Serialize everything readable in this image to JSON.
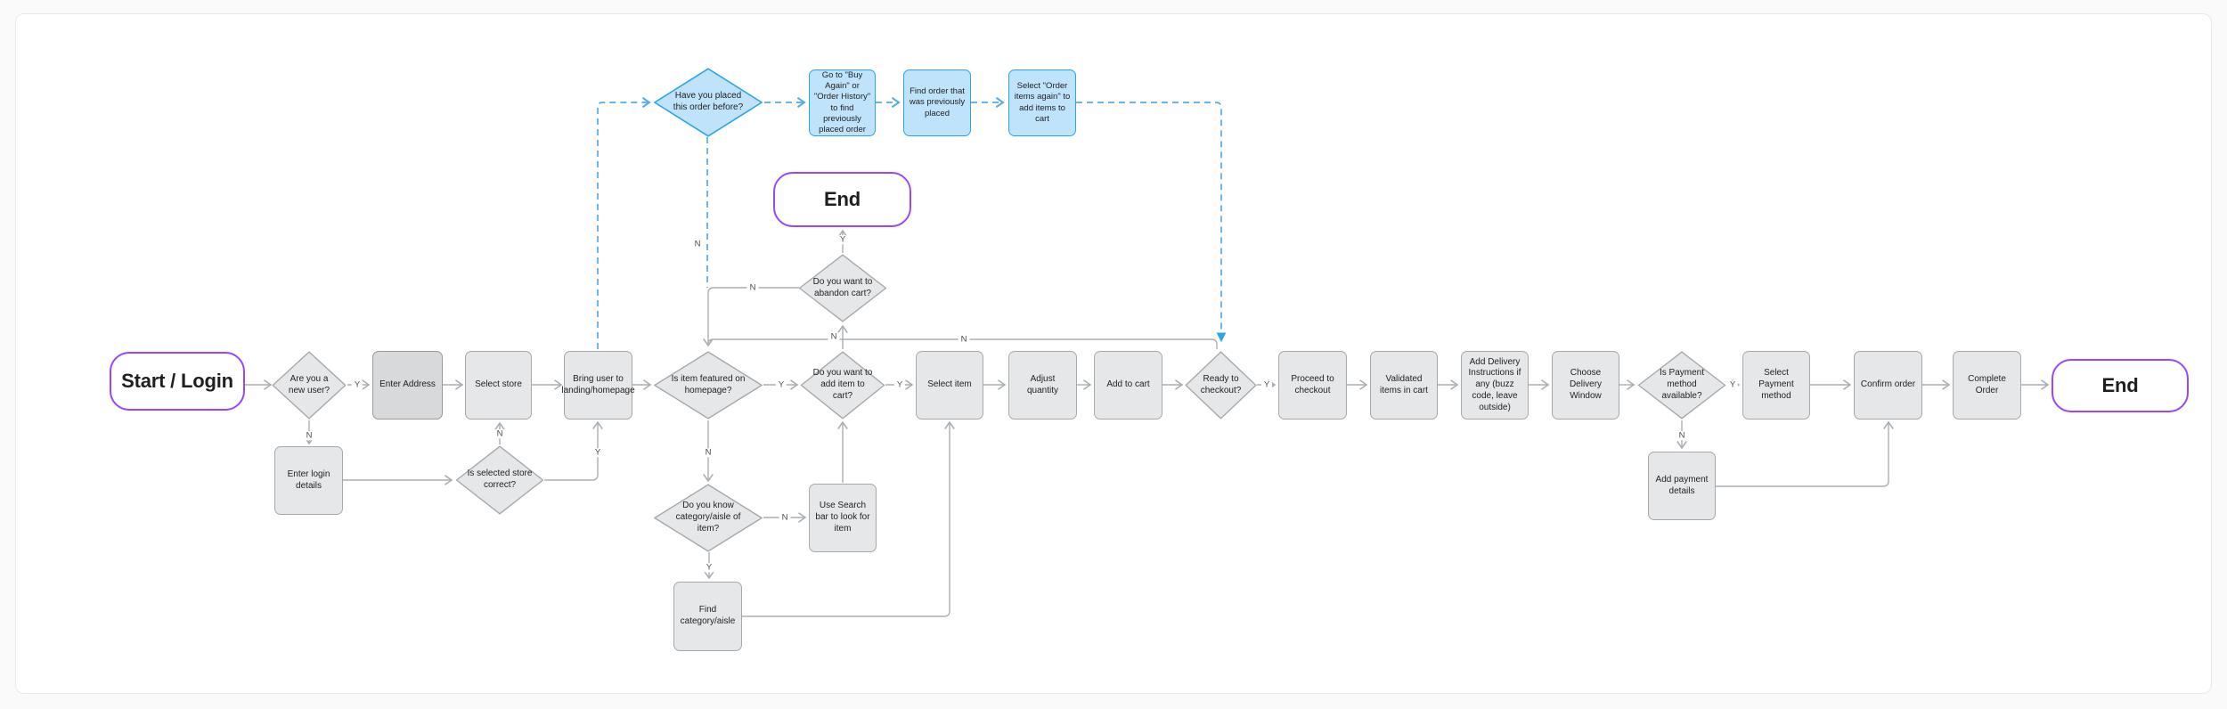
{
  "nodes": {
    "start": {
      "label": "Start / Login",
      "type": "terminator"
    },
    "new_user": {
      "label": "Are you a new user?",
      "type": "decision"
    },
    "enter_address": {
      "label": "Enter Address",
      "type": "process"
    },
    "select_store": {
      "label": "Select store",
      "type": "process"
    },
    "enter_login": {
      "label": "Enter login details",
      "type": "process"
    },
    "store_correct": {
      "label": "Is selected store correct?",
      "type": "decision"
    },
    "bring_user": {
      "label": "Bring user to landing/homepage",
      "type": "process"
    },
    "featured": {
      "label": "Is item featured on homepage?",
      "type": "decision"
    },
    "placed_before": {
      "label": "Have you placed this order before?",
      "type": "decision"
    },
    "buy_again": {
      "label": "Go to \"Buy Again\" or \"Order History\" to find previously placed order",
      "type": "process"
    },
    "find_order": {
      "label": "Find order that was previously placed",
      "type": "process"
    },
    "order_again": {
      "label": "Select \"Order items again\" to add items to cart",
      "type": "process"
    },
    "end_top": {
      "label": "End",
      "type": "terminator"
    },
    "abandon": {
      "label": "Do you want to abandon cart?",
      "type": "decision"
    },
    "add_item": {
      "label": "Do you want to add item to cart?",
      "type": "decision"
    },
    "know_category": {
      "label": "Do you know category/aisle of item?",
      "type": "decision"
    },
    "search_bar": {
      "label": "Use Search bar to look for item",
      "type": "process"
    },
    "find_category": {
      "label": "Find category/aisle",
      "type": "process"
    },
    "select_item": {
      "label": "Select item",
      "type": "process"
    },
    "adjust_quantity": {
      "label": "Adjust quantity",
      "type": "process"
    },
    "add_to_cart": {
      "label": "Add to cart",
      "type": "process"
    },
    "ready_checkout": {
      "label": "Ready to checkout?",
      "type": "decision"
    },
    "proceed_checkout": {
      "label": "Proceed to checkout",
      "type": "process"
    },
    "validated_items": {
      "label": "Validated items in cart",
      "type": "process"
    },
    "delivery_instructions": {
      "label": "Add Delivery Instructions if any (buzz code, leave outside)",
      "type": "process"
    },
    "delivery_window": {
      "label": "Choose Delivery Window",
      "type": "process"
    },
    "payment_available": {
      "label": "Is Payment method available?",
      "type": "decision"
    },
    "add_payment": {
      "label": "Add payment details",
      "type": "process"
    },
    "select_payment": {
      "label": "Select Payment method",
      "type": "process"
    },
    "confirm_order": {
      "label": "Confirm order",
      "type": "process"
    },
    "complete_order": {
      "label": "Complete Order",
      "type": "process"
    },
    "end_main": {
      "label": "End",
      "type": "terminator"
    }
  },
  "edge_labels": [
    {
      "text": "Y",
      "edge": "new-user-yes"
    },
    {
      "text": "N",
      "edge": "new-user-no"
    },
    {
      "text": "N",
      "edge": "store-correct-no"
    },
    {
      "text": "Y",
      "edge": "store-correct-yes"
    },
    {
      "text": "Y",
      "edge": "featured-yes"
    },
    {
      "text": "N",
      "edge": "featured-no"
    },
    {
      "text": "N",
      "edge": "know-category-no"
    },
    {
      "text": "Y",
      "edge": "know-category-yes"
    },
    {
      "text": "Y",
      "edge": "add-item-yes"
    },
    {
      "text": "N",
      "edge": "add-item-no"
    },
    {
      "text": "Y",
      "edge": "abandon-yes"
    },
    {
      "text": "N",
      "edge": "abandon-no"
    },
    {
      "text": "N",
      "edge": "ready-checkout-no"
    },
    {
      "text": "N",
      "edge": "placed-before-no"
    },
    {
      "text": "Y",
      "edge": "ready-checkout-yes"
    },
    {
      "text": "Y",
      "edge": "payment-yes"
    },
    {
      "text": "N",
      "edge": "payment-no"
    }
  ],
  "colors": {
    "purple_border": "#9747FF",
    "blue_border": "#2BA4E9",
    "blue_fill": "#BEE3FB",
    "box_fill": "#E6E7E8",
    "box_fill_dark": "#D8D9DA",
    "shape_border": "#A5A9AD",
    "connector_gray": "#ABAFB3",
    "connector_blue": "#56ACE8",
    "text": "#1F1F1F",
    "label_text": "#494C4F",
    "canvas_border": "#E8E9EA",
    "page_bg": "#FAFAFA"
  }
}
